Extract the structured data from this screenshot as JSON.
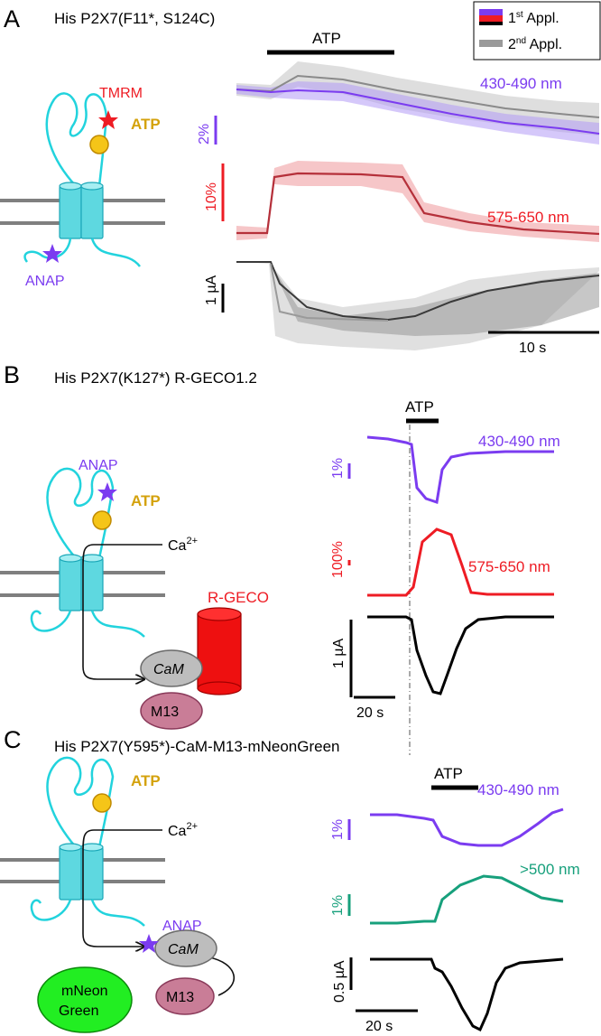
{
  "colors": {
    "violet": "#7b3cf0",
    "red": "#ee1c24",
    "green": "#17a07c",
    "gold": "#f5c518",
    "gold_text": "#d4a20c",
    "cyan": "#5ed8e0",
    "gray": "#8c8c8c",
    "black": "#000000",
    "mneon": "#22ee22",
    "m13": "#c97d97",
    "cam": "#bdbdbd"
  },
  "panels": [
    {
      "letter": "A",
      "title": "His P2X7(F11*, S124C)",
      "labels": {
        "tmrm": "TMRM",
        "atp": "ATP",
        "anap": "ANAP"
      },
      "legend": [
        {
          "text": "1",
          "sup": "st",
          "suffix": " Appl."
        },
        {
          "text": "2",
          "sup": "nd",
          "suffix": " Appl."
        }
      ],
      "atp_bar": "ATP",
      "traces": [
        {
          "wavelength": "430-490 nm",
          "scale": "2%"
        },
        {
          "wavelength": "575-650 nm",
          "scale": "10%"
        },
        {
          "scale": "1 µA"
        }
      ],
      "time_scale": "10 s"
    },
    {
      "letter": "B",
      "title": "His P2X7(K127*) R-GECO1.2",
      "labels": {
        "anap": "ANAP",
        "atp": "ATP",
        "ca": "Ca",
        "ca_sup": "2+",
        "rgeco": "R-GECO",
        "cam": "CaM",
        "m13": "M13"
      },
      "atp_bar": "ATP",
      "traces": [
        {
          "wavelength": "430-490 nm",
          "scale": "1%"
        },
        {
          "wavelength": "575-650 nm",
          "scale": "100%"
        },
        {
          "scale": "1 µA"
        }
      ],
      "time_scale": "20 s"
    },
    {
      "letter": "C",
      "title": "His P2X7(Y595*)-CaM-M13-mNeonGreen",
      "labels": {
        "atp": "ATP",
        "ca": "Ca",
        "ca_sup": "2+",
        "anap": "ANAP",
        "cam": "CaM",
        "m13": "M13",
        "mneon_1": "mNeon",
        "mneon_2": "Green"
      },
      "atp_bar": "ATP",
      "traces": [
        {
          "wavelength": "430-490 nm",
          "scale": "1%"
        },
        {
          "wavelength": ">500 nm",
          "scale": "1%"
        },
        {
          "scale": "0.5 µA"
        }
      ],
      "time_scale": "20 s"
    }
  ]
}
